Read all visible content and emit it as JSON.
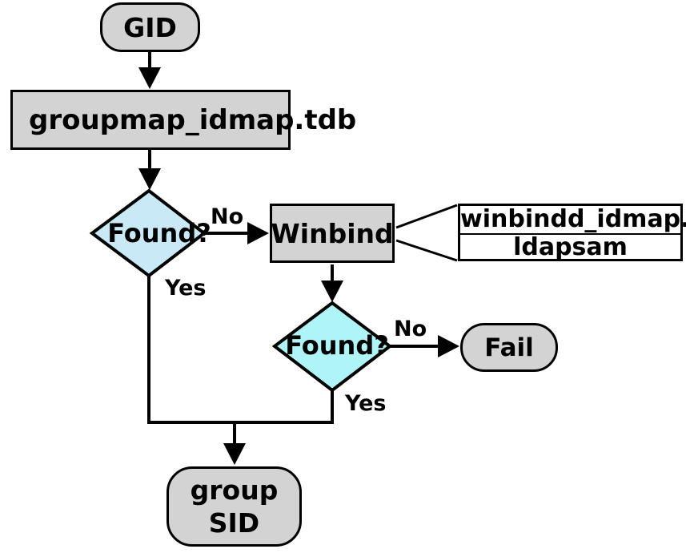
{
  "diagram": {
    "type": "flowchart",
    "nodes": {
      "gid": "GID",
      "groupmap": "groupmap_idmap.tdb",
      "found1": "Found?",
      "winbind": "Winbind",
      "idmap_table_row1": "winbindd_idmap.",
      "idmap_table_row2": "ldapsam",
      "found2": "Found?",
      "fail": "Fail",
      "group_sid_line1": "group",
      "group_sid_line2": "SID"
    },
    "edge_labels": {
      "no1": "No",
      "yes1": "Yes",
      "no2": "No",
      "yes2": "Yes"
    },
    "colors": {
      "process_fill": "#d3d3d3",
      "decision1_fill": "#c9e9f6",
      "decision2_fill": "#aff5f7",
      "table_fill": "#ffffff",
      "stroke": "#000000"
    }
  }
}
